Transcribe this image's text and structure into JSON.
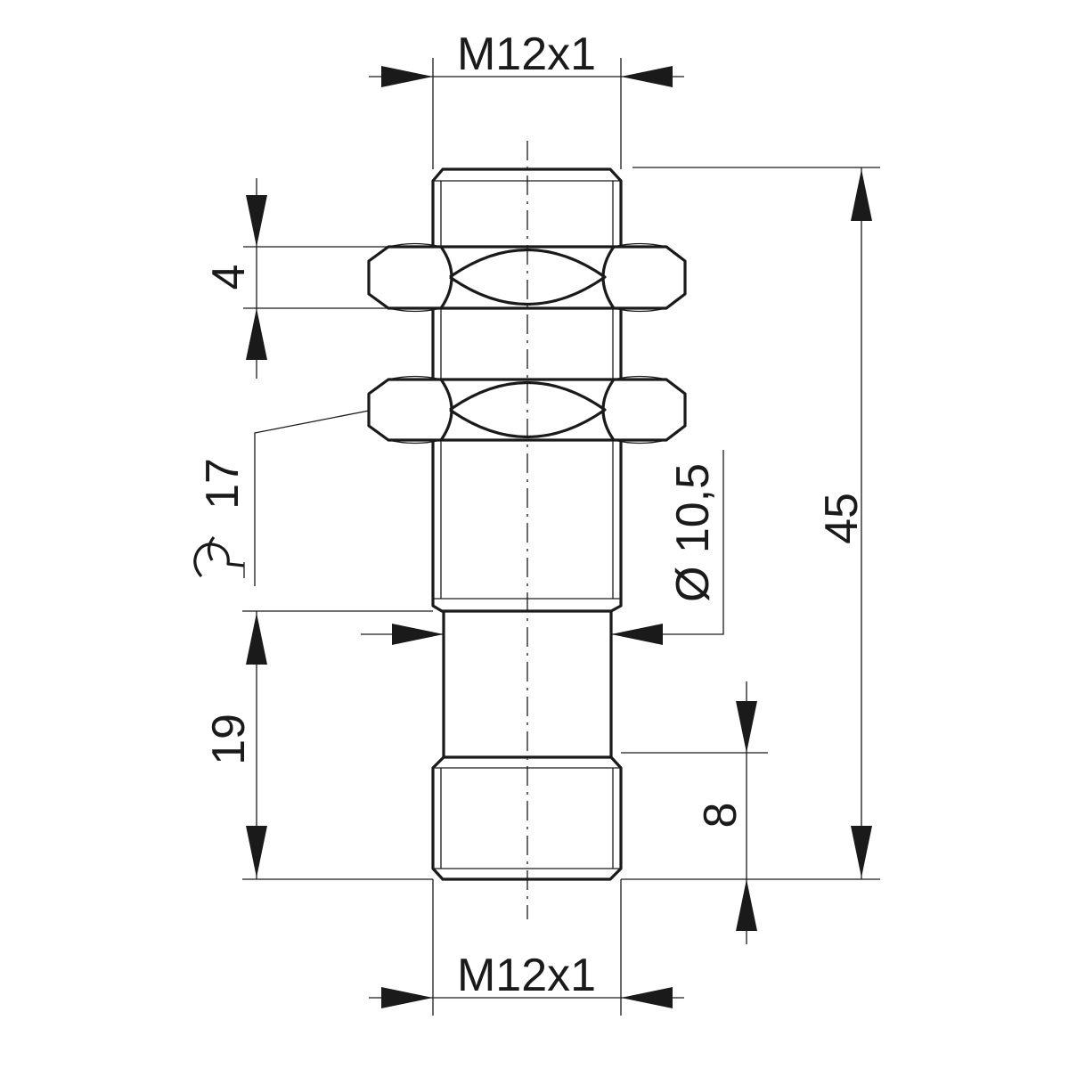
{
  "drawing": {
    "labels": {
      "thread_top": "M12x1",
      "thread_bottom": "M12x1",
      "nut_thickness": "4",
      "wrench_size": "17",
      "diameter": "Ø 10,5",
      "total_length": "45",
      "lower_length": "19",
      "thread_length": "8"
    },
    "icons": {
      "wrench": "wrench-size-icon"
    },
    "colors": {
      "line": "#1a1a1a",
      "background": "#ffffff"
    }
  }
}
